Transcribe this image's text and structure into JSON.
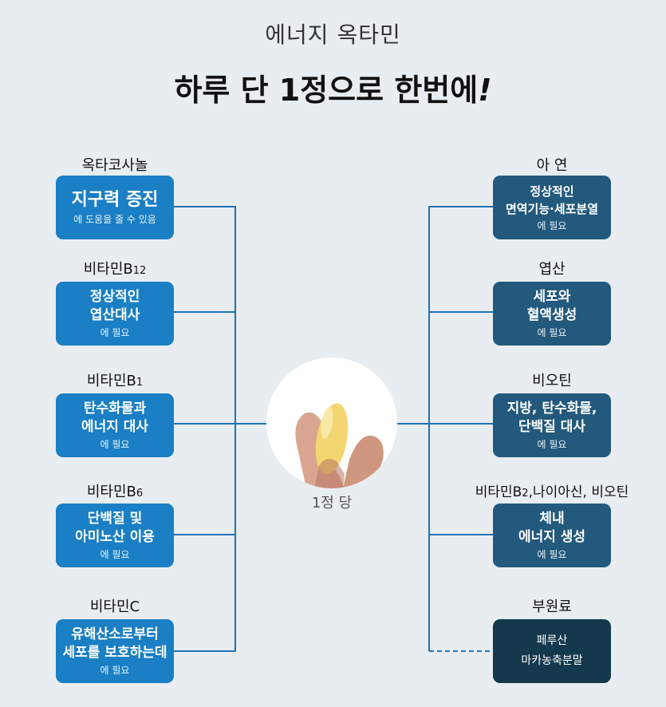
{
  "header": {
    "subtitle": "에너지 옥타민",
    "title": "하루 단 1정으로 한번에",
    "title_mark": "!"
  },
  "center": {
    "caption": "1정 당"
  },
  "left": [
    {
      "label": "옥타코사놀",
      "label_sub": "",
      "lines": [
        "지구력 증진"
      ],
      "note": "에 도움을 줄 수 있음"
    },
    {
      "label": "비타민B",
      "label_sub": "12",
      "lines": [
        "정상적인",
        "엽산대사"
      ],
      "note": "에 필요"
    },
    {
      "label": "비타민B",
      "label_sub": "1",
      "lines": [
        "탄수화물과",
        "에너지 대사"
      ],
      "note": "에 필요"
    },
    {
      "label": "비타민B",
      "label_sub": "6",
      "lines": [
        "단백질 및",
        "아미노산 이용"
      ],
      "note": "에 필요"
    },
    {
      "label": "비타민C",
      "label_sub": "",
      "lines": [
        "유해산소로부터",
        "세포를 보호하는데"
      ],
      "note": "에 필요"
    }
  ],
  "right": [
    {
      "label": "아 연",
      "lines": [
        "정상적인",
        "면역기능·세포분열"
      ],
      "note": "에 필요"
    },
    {
      "label": "엽산",
      "lines": [
        "세포와",
        "혈액생성"
      ],
      "note": "에 필요"
    },
    {
      "label": "비오틴",
      "lines": [
        "지방, 탄수화물,",
        "단백질 대사"
      ],
      "note": "에 필요"
    },
    {
      "label_pre": "비타민B",
      "label_sub": "2",
      "label_post": ",나이아신, 비오틴",
      "lines": [
        "체내",
        "에너지 생성"
      ],
      "note": "에 필요"
    },
    {
      "label": "부원료",
      "lines": [
        "페루산",
        "마카농축분말"
      ]
    }
  ],
  "colors": {
    "background": "#e8edf1",
    "left_box": "#1a7fc4",
    "right_box": "#22597d",
    "sub_box": "#14394d",
    "connector": "#1f72b3"
  }
}
